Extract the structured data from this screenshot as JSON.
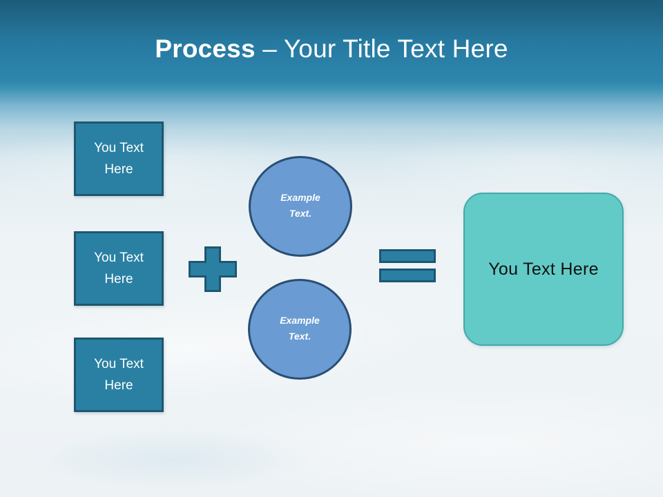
{
  "slide": {
    "title": {
      "strong": "Process",
      "separator": " – ",
      "rest": "Your Title Text Here"
    },
    "inputs": [
      {
        "label_line1": "You Text",
        "label_line2": "Here"
      },
      {
        "label_line1": "You Text",
        "label_line2": "Here"
      },
      {
        "label_line1": "You Text",
        "label_line2": "Here"
      }
    ],
    "operators": {
      "plus": "+",
      "equals": "="
    },
    "circles": [
      {
        "label_line1": "Example",
        "label_line2": "Text."
      },
      {
        "label_line1": "Example",
        "label_line2": "Text."
      }
    ],
    "result": {
      "label": "You Text Here"
    },
    "colors": {
      "header_blue": "#2e86ad",
      "box_fill": "#2a80a3",
      "box_border": "#1e566f",
      "circle_fill": "#6a9bd2",
      "circle_border": "#2a4e74",
      "result_fill": "#63cbc7",
      "result_border": "#43a9a6",
      "title_text": "#ffffff",
      "result_text": "#111111"
    }
  }
}
